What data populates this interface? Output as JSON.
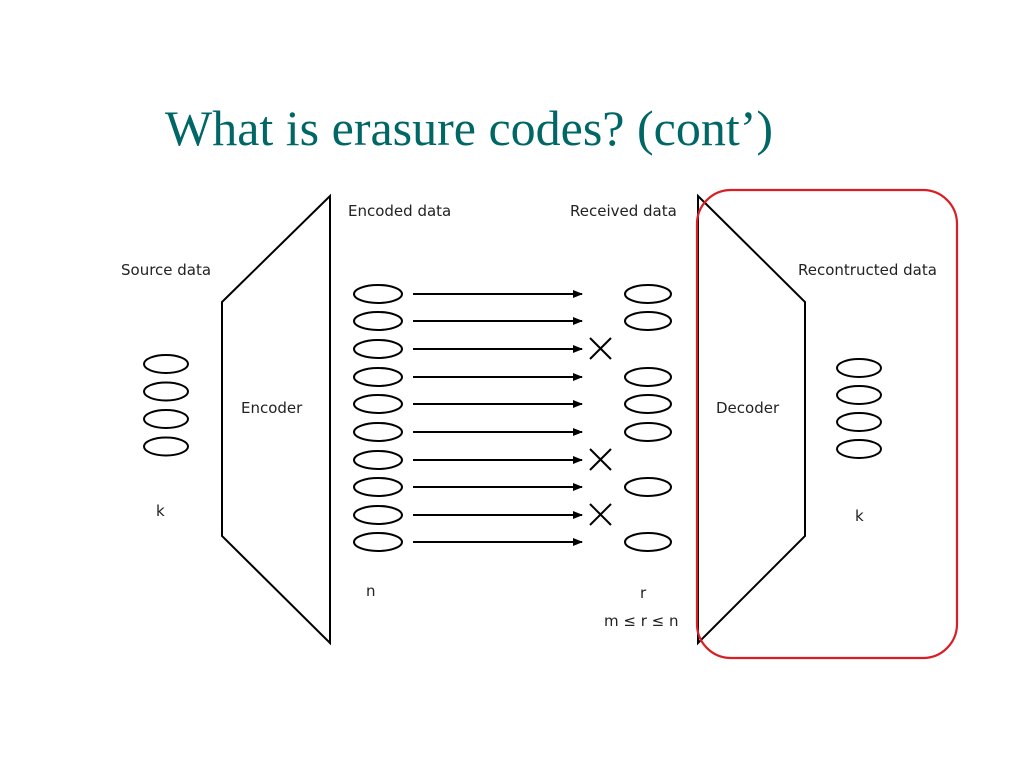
{
  "slide": {
    "title": "What is erasure codes? (cont’)",
    "title_color": "#006666",
    "highlight_color": "#d81f26"
  },
  "diagram": {
    "source_label": "Source data",
    "source_count_label": "k",
    "encoder_label": "Encoder",
    "encoded_label": "Encoded data",
    "encoded_count_label": "n",
    "received_label": "Received data",
    "received_count_label": "r",
    "received_range_label": "m ≤ r ≤ n",
    "decoder_label": "Decoder",
    "reconstructed_label": "Recontructed data",
    "reconstructed_count_label": "k",
    "source_blocks": 4,
    "encoded_blocks": 10,
    "erased_blocks": [
      3,
      7,
      9
    ],
    "reconstructed_blocks": 4
  }
}
